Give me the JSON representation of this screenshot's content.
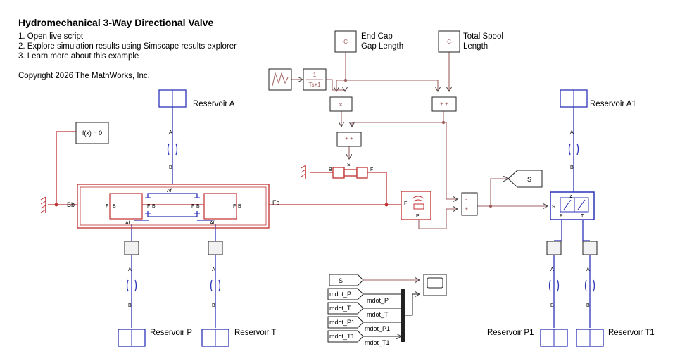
{
  "title": "Hydromechanical 3-Way Directional Valve",
  "links": [
    "1. Open live script",
    "2. Explore simulation results using Simscape results explorer",
    "3. Learn more about this example"
  ],
  "copyright": "Copyright 2026 The MathWorks, Inc.",
  "blocks": {
    "const_endcap_glyph": "-C-",
    "const_endcap_label_1": "End Cap",
    "const_endcap_label_2": "Gap Length",
    "const_spool_glyph": "-C-",
    "const_spool_label_1": "Total Spool",
    "const_spool_label_2": "Length",
    "tf_num": "1",
    "tf_den": "Ts+1",
    "product_glyph": "×",
    "sum_top_glyph": "+ +",
    "sum_mid_glyph": "+ +",
    "sum_right_minus": "-",
    "sum_right_plus": "+",
    "solver_label": "f(x) = 0",
    "goto_s": "S",
    "from_s": "S"
  },
  "reservoirs": {
    "a": "Reservoir A",
    "a1": "Reservoir A1",
    "p": "Reservoir P",
    "t": "Reservoir T",
    "p1": "Reservoir P1",
    "t1": "Reservoir T1"
  },
  "ports": {
    "a": "A",
    "b": "B",
    "bb": "Bb",
    "af": "Af",
    "fb": "F",
    "bport": "B",
    "fs": "Fs",
    "f": "F",
    "s": "S",
    "p": "P",
    "t": "T",
    "valve_s": "S"
  },
  "scope_signals": {
    "from_tags": [
      "mdot_P",
      "mdot_T",
      "mdot_P1",
      "mdot_T1"
    ],
    "line_labels": [
      "mdot_P",
      "mdot_T",
      "mdot_P1",
      "mdot_T1"
    ]
  }
}
